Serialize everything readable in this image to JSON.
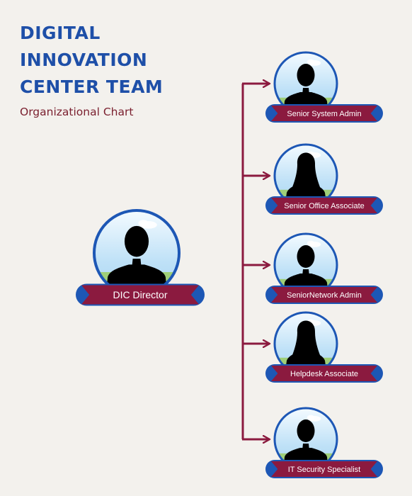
{
  "header": {
    "title_lines": [
      "DIGITAL",
      "INNOVATION",
      "CENTER TEAM"
    ],
    "subtitle": "Organizational Chart"
  },
  "colors": {
    "background": "#f3f1ed",
    "title": "#1e4fa8",
    "maroon": "#8b1a3f",
    "blue": "#1d57b5",
    "connector": "#8b1a3f"
  },
  "root": {
    "label": "DIC Director",
    "silhouette": "male"
  },
  "members": [
    {
      "label": "Senior System Admin",
      "silhouette": "male"
    },
    {
      "label": "Senior Office Associate",
      "silhouette": "female"
    },
    {
      "label": "SeniorNetwork Admin",
      "silhouette": "male"
    },
    {
      "label": "Helpdesk Associate",
      "silhouette": "female"
    },
    {
      "label": "IT Security Specialist",
      "silhouette": "male"
    }
  ]
}
